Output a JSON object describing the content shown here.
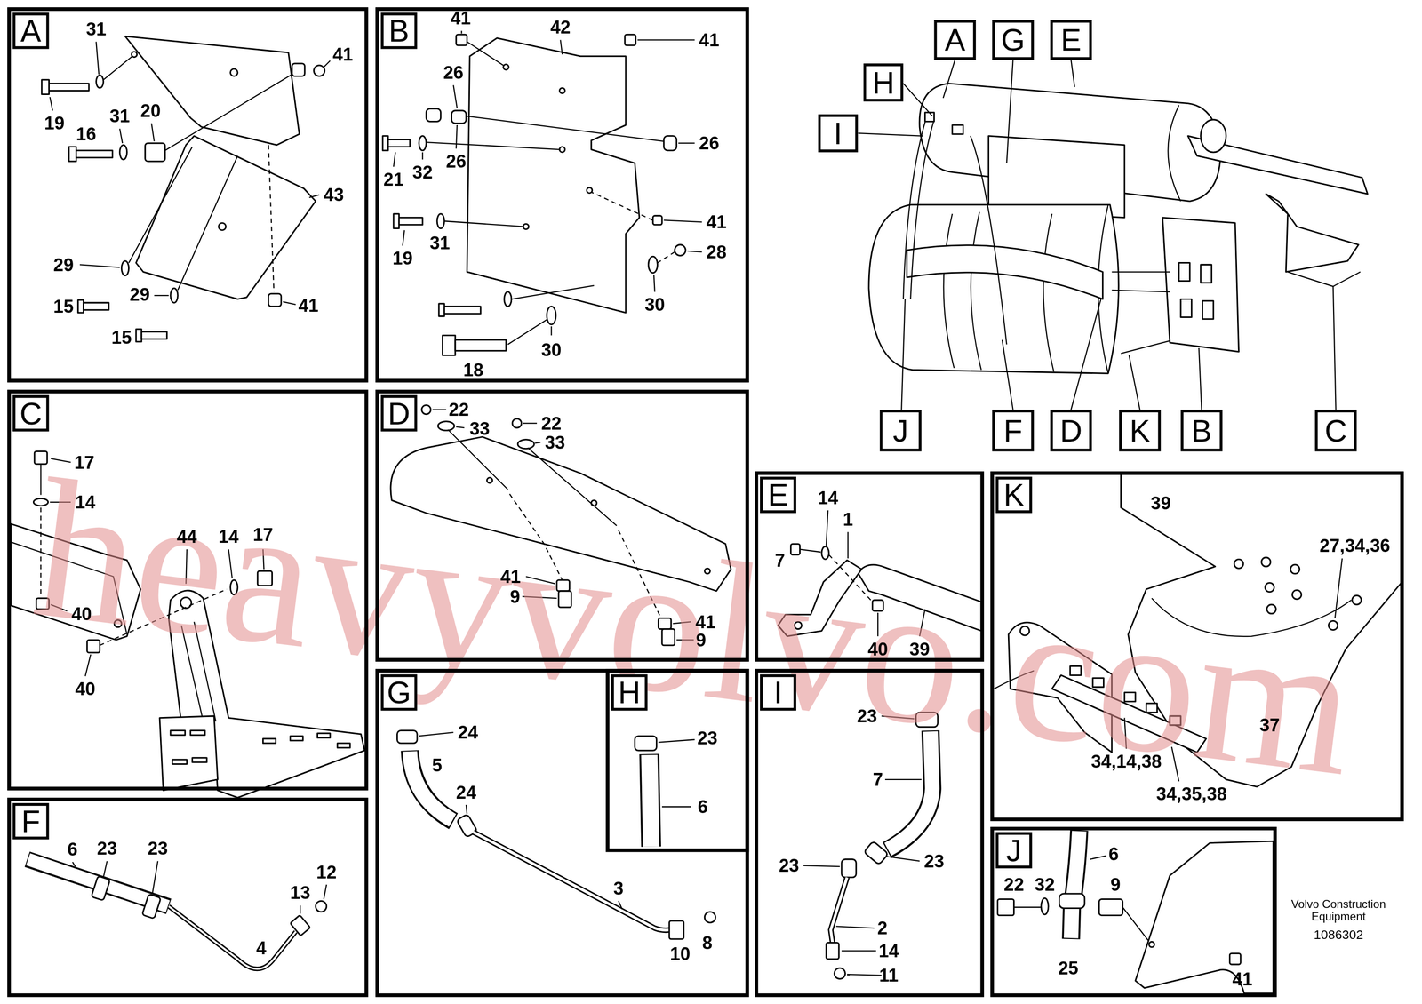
{
  "diagram": {
    "nodes": [
      {
        "text": [
          "A"
        ]
      },
      {
        "text": [
          "B"
        ]
      },
      {
        "text": [
          "A"
        ]
      },
      {
        "text": [
          "G"
        ]
      },
      {
        "text": [
          "E"
        ]
      },
      {
        "text": [
          "H"
        ]
      },
      {
        "text": [
          "I"
        ]
      },
      {
        "text": [
          "J"
        ]
      },
      {
        "text": [
          "F"
        ]
      },
      {
        "text": [
          "D"
        ]
      },
      {
        "text": [
          "K"
        ]
      },
      {
        "text": [
          "B"
        ]
      },
      {
        "text": [
          "C"
        ]
      },
      {
        "text": [
          "C"
        ]
      },
      {
        "text": [
          "D"
        ]
      },
      {
        "text": [
          "E"
        ]
      },
      {
        "text": [
          "K"
        ]
      },
      {
        "text": [
          "F"
        ]
      },
      {
        "text": [
          "G"
        ]
      },
      {
        "text": [
          "H"
        ],
        "in": 18
      },
      {
        "text": [
          "I"
        ]
      },
      {
        "text": [
          "J"
        ]
      }
    ],
    "labels": [
      "31",
      "41",
      "19",
      "31",
      "20",
      "16",
      "43",
      "29",
      "29",
      "41",
      "15",
      "15",
      "41",
      "42",
      "41",
      "26",
      "26",
      "26",
      "21",
      "32",
      "19",
      "31",
      "41",
      "28",
      "30",
      "30",
      "18",
      "17",
      "14",
      "44",
      "14",
      "17",
      "40",
      "40",
      "22",
      "33",
      "22",
      "33",
      "41",
      "9",
      "41",
      "9",
      "14",
      "1",
      "7",
      "40",
      "39",
      "39",
      "27,34,36",
      "37",
      "34,14,38",
      "34,35,38",
      "6",
      "23",
      "23",
      "12",
      "13",
      "4",
      "24",
      "5",
      "24",
      "3",
      "8",
      "10",
      "23",
      "6",
      "23",
      "7",
      "23",
      "23",
      "2",
      "14",
      "11",
      "6",
      "22",
      "32",
      "9",
      "25",
      "41",
      "Volvo Construction Equipment",
      "1086302",
      "heavyvolvo.com"
    ]
  }
}
